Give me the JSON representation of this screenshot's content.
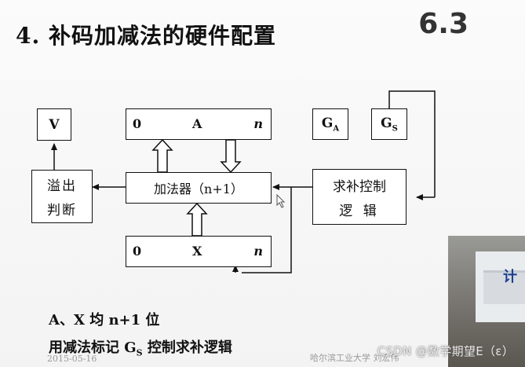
{
  "header": {
    "title": "4. 补码加减法的硬件配置",
    "section": "6.3"
  },
  "diagram": {
    "v_box": "V",
    "a_register": {
      "left": "0",
      "name": "A",
      "right": "n"
    },
    "ga_box": {
      "base": "G",
      "sub": "A"
    },
    "gs_box": {
      "base": "G",
      "sub": "S"
    },
    "overflow_box": {
      "line1": "溢出",
      "line2": "判断"
    },
    "adder_box": "加法器（n+1）",
    "complement_box": {
      "line1": "求补控制",
      "line2": "逻 辑"
    },
    "x_register": {
      "left": "0",
      "name": "X",
      "right": "n"
    }
  },
  "notes": {
    "line1": "A、X 均 n+1 位",
    "line2_prefix": "用减法标记 ",
    "line2_g": "G",
    "line2_sub": "S",
    "line2_suffix": " 控制求补逻辑"
  },
  "footer": {
    "date": "2015-05-16",
    "school": "哈尔滨工业大学  刘宏伟"
  },
  "watermark": "CSDN @数学期望E（ε）",
  "video": {
    "banner_text": "计"
  }
}
